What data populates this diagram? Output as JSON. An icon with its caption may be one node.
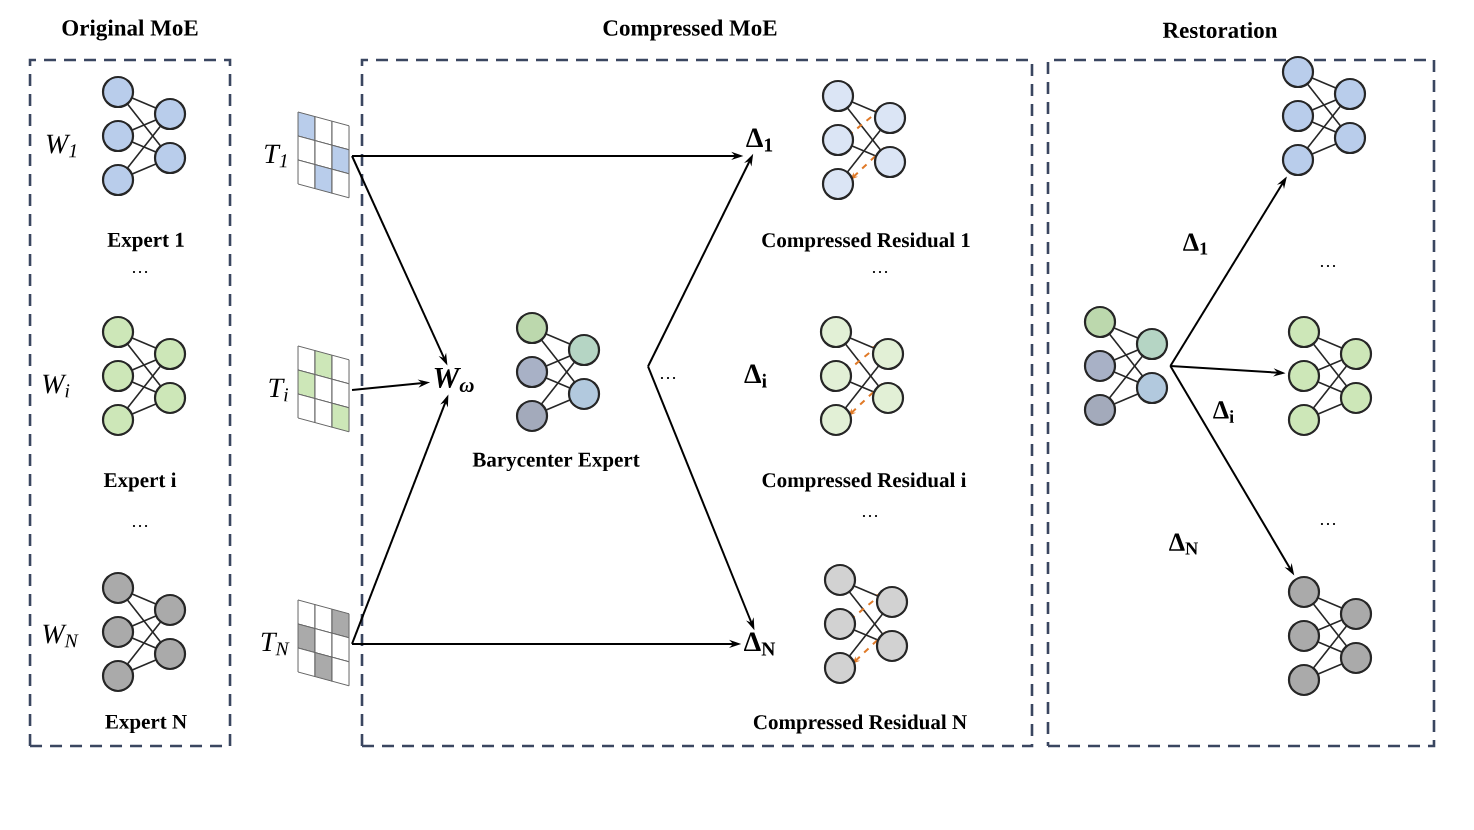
{
  "diagram": {
    "nodes": [
      {
        "text": [
          "Original MoE"
        ]
      },
      {
        "text": [
          "Expert 1"
        ],
        "beside": [
          "W$_{1}$"
        ],
        "in": 0
      },
      {
        "text": [
          "Expert i"
        ],
        "beside": [
          "W$_{i}$"
        ],
        "in": 0
      },
      {
        "text": [
          "Expert N"
        ],
        "beside": [
          "W$_{N}$"
        ],
        "in": 0
      },
      {
        "text": [
          "T$_{1}$"
        ]
      },
      {
        "text": [
          "T$_{i}$"
        ]
      },
      {
        "text": [
          "T$_{N}$"
        ]
      },
      {
        "text": [
          "Compressed MoE"
        ]
      },
      {
        "text": [
          "W$_{ω}$"
        ],
        "in": 7
      },
      {
        "text": [
          "Barycenter Expert"
        ],
        "in": 7
      },
      {
        "text": [
          "Δ$_{1}$"
        ],
        "in": 7
      },
      {
        "text": [
          "Δ$_{i}$"
        ],
        "in": 7
      },
      {
        "text": [
          "Δ$_{N}$"
        ],
        "in": 7
      },
      {
        "text": [
          "Compressed Residual 1"
        ],
        "in": 7
      },
      {
        "text": [
          "Compressed Residual i"
        ],
        "in": 7
      },
      {
        "text": [
          "Compressed Residual N"
        ],
        "in": 7
      },
      {
        "text": [
          "Restoration"
        ]
      },
      {
        "text": [],
        "shape": "picture",
        "in": 16
      },
      {
        "text": [],
        "shape": "picture",
        "in": 16
      },
      {
        "text": [],
        "shape": "picture",
        "in": 16
      },
      {
        "text": [],
        "shape": "picture",
        "in": 16
      }
    ],
    "edges": [
      {
        "from": 4,
        "to": 8,
        "arrow": "to"
      },
      {
        "from": 4,
        "to": 10,
        "arrow": "to"
      },
      {
        "from": 5,
        "to": 8,
        "arrow": "to"
      },
      {
        "from": 6,
        "to": 8,
        "arrow": "to"
      },
      {
        "from": 6,
        "to": 12,
        "arrow": "to"
      },
      {
        "from": 9,
        "to": 10,
        "arrow": "to"
      },
      {
        "from": 9,
        "to": 12,
        "arrow": "to"
      },
      {
        "from": 17,
        "to": 18,
        "label": "Δ$_{1}$",
        "arrow": "to"
      },
      {
        "from": 17,
        "to": 19,
        "label": "Δ$_{i}$",
        "arrow": "to"
      },
      {
        "from": 17,
        "to": 20,
        "label": "Δ$_{N}$",
        "arrow": "to"
      }
    ],
    "labels": [
      "…",
      "…",
      "…",
      "…",
      "…",
      "…",
      "…"
    ]
  }
}
